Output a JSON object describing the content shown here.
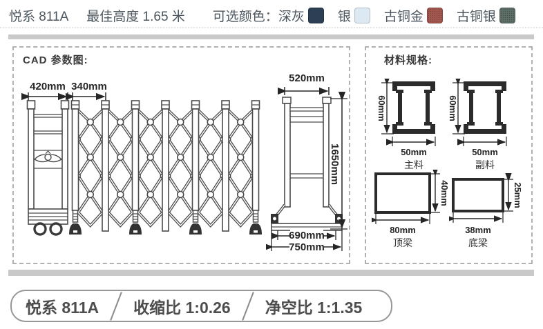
{
  "header": {
    "model": "悦系 811A",
    "best_height": "最佳高度 1.65 米",
    "colors_label": "可选颜色：",
    "colors": [
      {
        "name": "深灰",
        "hex": "#2c3f54"
      },
      {
        "name": "银",
        "hex": "#dce8f2"
      },
      {
        "name": "古铜金",
        "hex": "#a1574d"
      },
      {
        "name": "古铜银",
        "hex": "#5d6e67"
      }
    ]
  },
  "cad": {
    "title": "CAD 参数图:",
    "front": {
      "dim_left": "420mm",
      "dim_right": "340mm"
    },
    "side": {
      "width": "520mm",
      "height": "1650mm",
      "base_inner": "690mm",
      "base_outer": "750mm"
    }
  },
  "materials": {
    "title": "材料规格:",
    "profiles": [
      {
        "h": "60mm",
        "w": "50mm",
        "label": "主料"
      },
      {
        "h": "60mm",
        "w": "50mm",
        "label": "副料"
      }
    ],
    "beams": [
      {
        "w": "80mm",
        "h": "40mm",
        "label": "顶梁"
      },
      {
        "w": "38mm",
        "h": "25mm",
        "label": "底梁"
      }
    ]
  },
  "footer": {
    "model": "悦系 811A",
    "shrink_ratio": "收缩比 1:0.26",
    "clear_ratio": "净空比 1:1.35"
  }
}
